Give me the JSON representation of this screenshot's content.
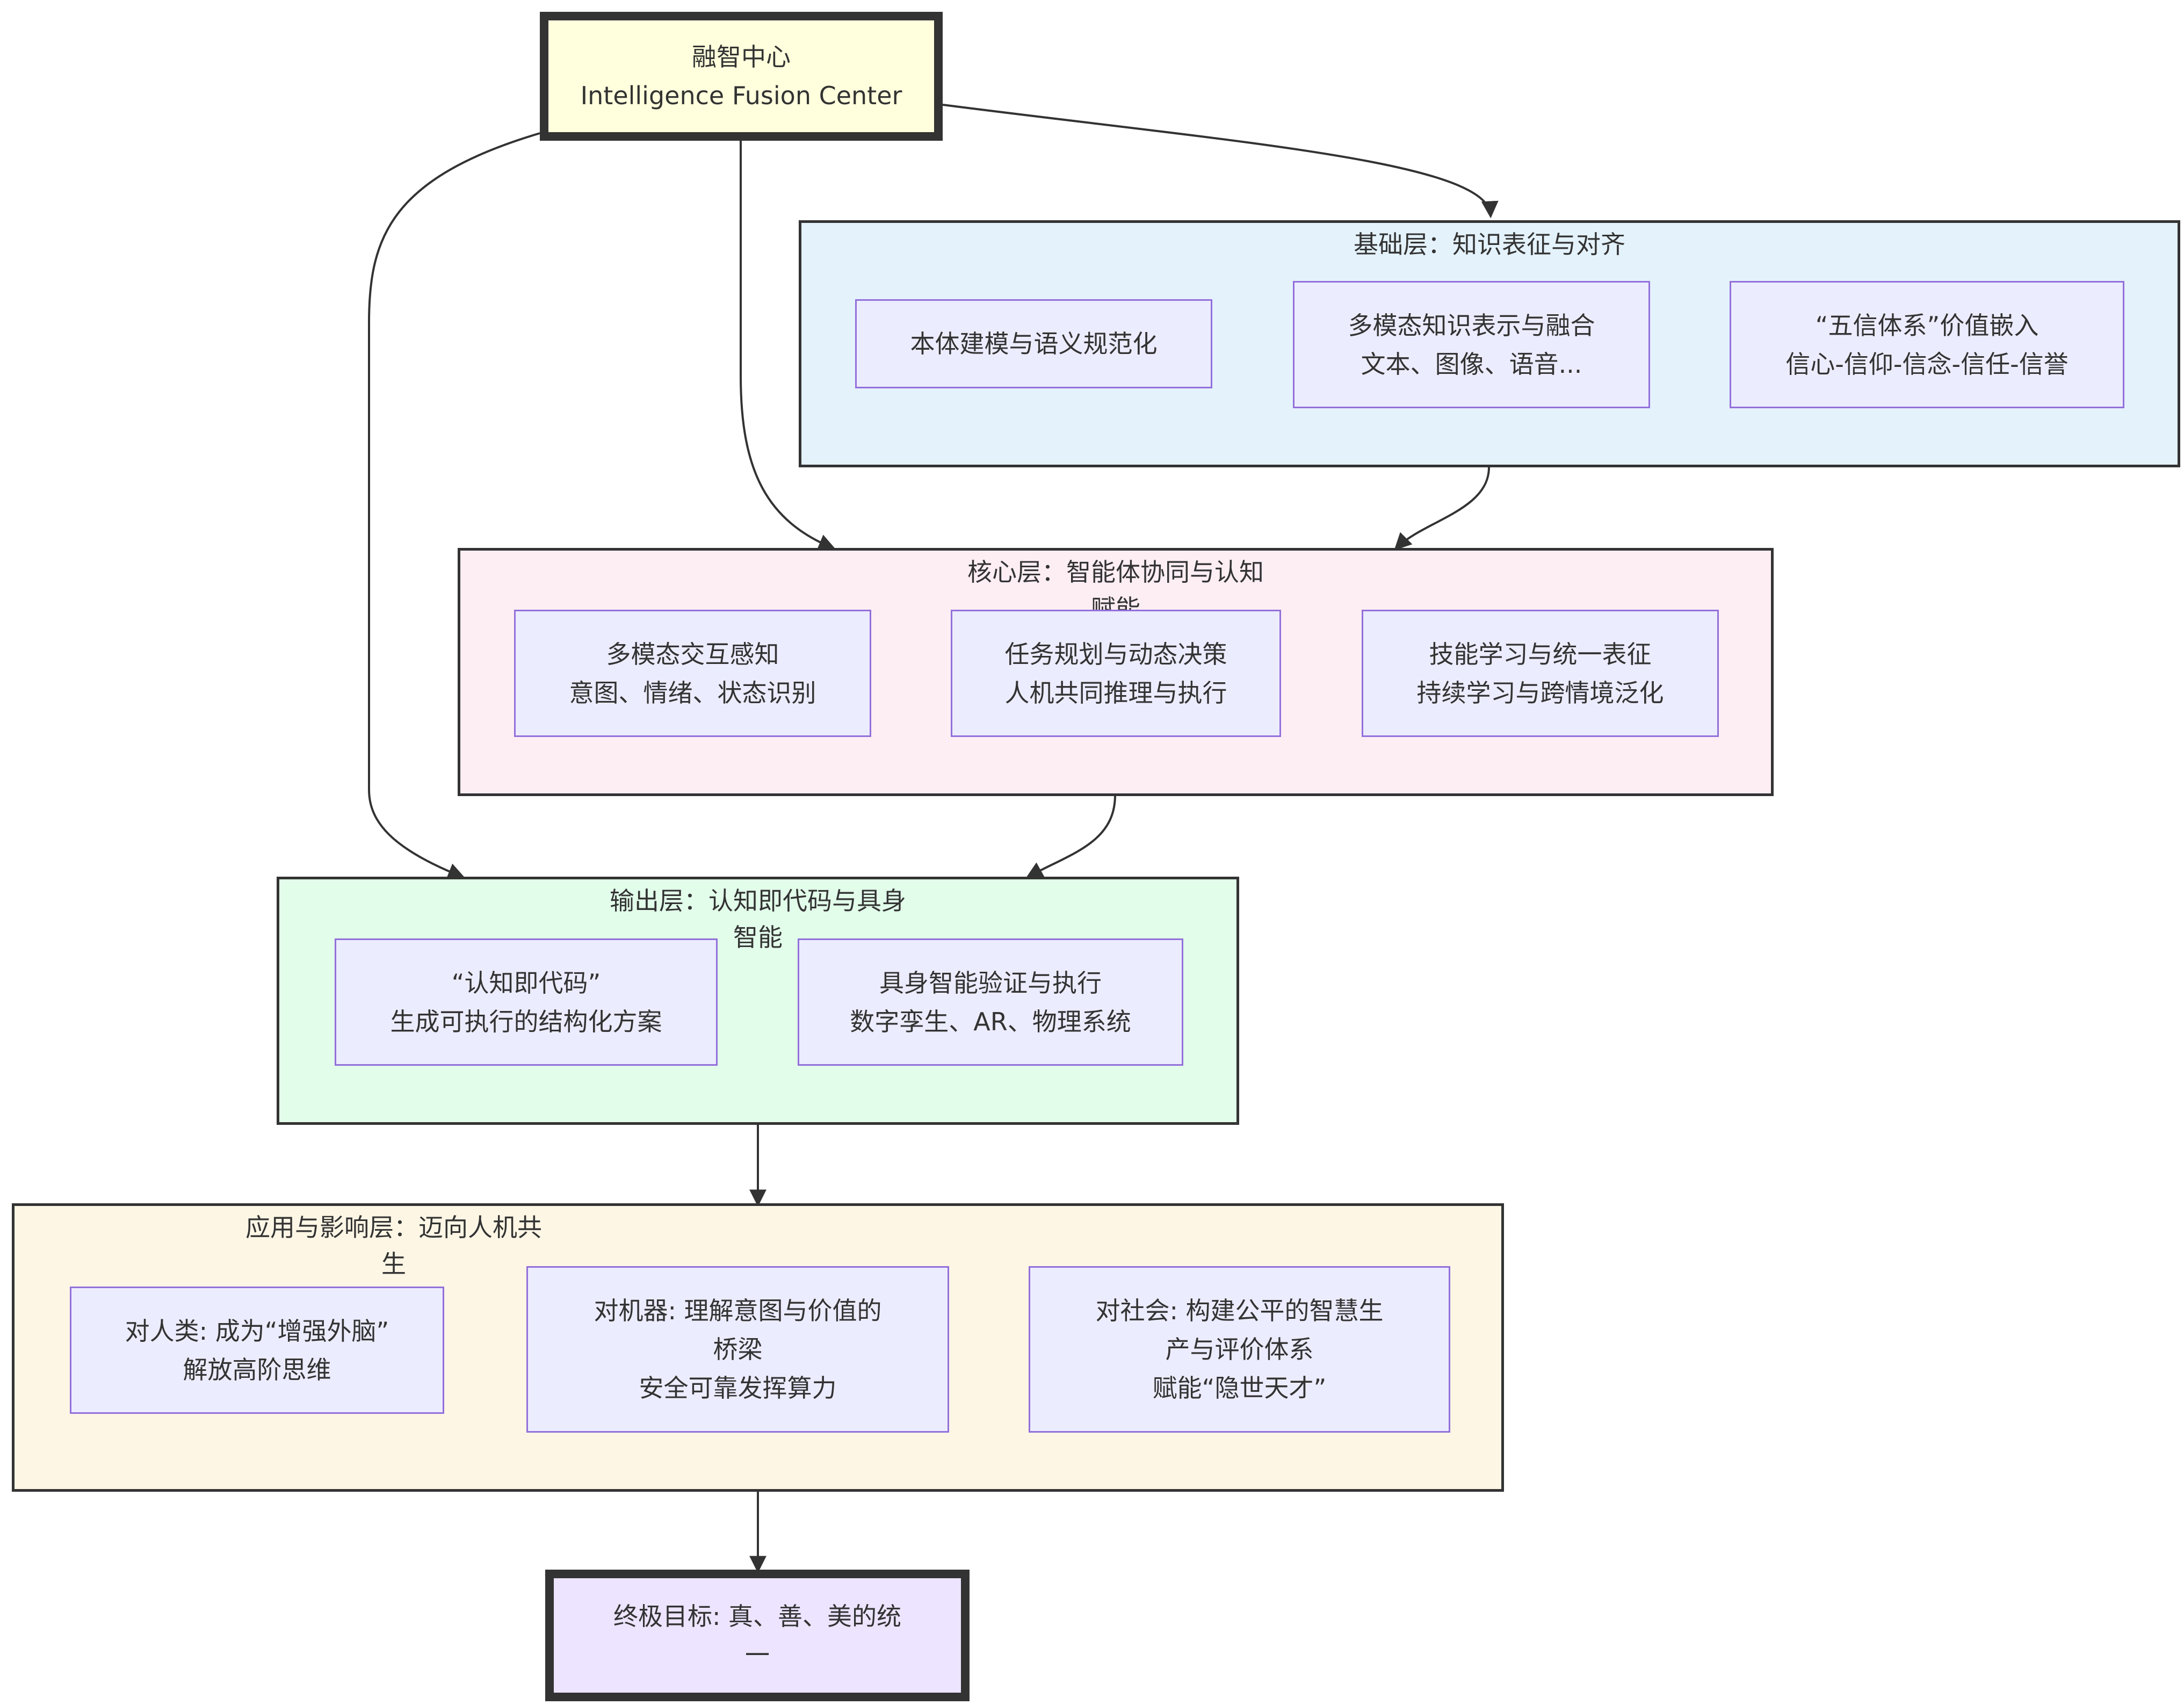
{
  "colors": {
    "hub_top_fill": "#ffffdd",
    "hub_bottom_fill": "#ede4ff",
    "layer_foundation_fill": "#e4f2fc",
    "layer_core_fill": "#fdeef4",
    "layer_output_fill": "#e2fdea",
    "layer_application_fill": "#fdf6e5",
    "node_fill": "#ececff",
    "node_border": "#9370db",
    "edge_color": "#333333"
  },
  "hub_top": {
    "line1": "融智中心",
    "line2": "Intelligence Fusion Center"
  },
  "layers": {
    "foundation": {
      "title": "基础层：知识表征与对齐",
      "nodes": [
        {
          "line1": "本体建模与语义规范化"
        },
        {
          "line1": "多模态知识表示与融合",
          "line2": "文本、图像、语音..."
        },
        {
          "line1": "“五信体系”价值嵌入",
          "line2": "信心-信仰-信念-信任-信誉"
        }
      ]
    },
    "core": {
      "title_line1": "核心层：智能体协同与认知",
      "title_line2": "赋能",
      "nodes": [
        {
          "line1": "多模态交互感知",
          "line2": "意图、情绪、状态识别"
        },
        {
          "line1": "任务规划与动态决策",
          "line2": "人机共同推理与执行"
        },
        {
          "line1": "技能学习与统一表征",
          "line2": "持续学习与跨情境泛化"
        }
      ]
    },
    "output": {
      "title_line1": "输出层：认知即代码与具身",
      "title_line2": "智能",
      "nodes": [
        {
          "line1": "“认知即代码”",
          "line2": "生成可执行的结构化方案"
        },
        {
          "line1": "具身智能验证与执行",
          "line2": "数字孪生、AR、物理系统"
        }
      ]
    },
    "application": {
      "title_line1": "应用与影响层：迈向人机共",
      "title_line2": "生",
      "nodes": [
        {
          "line1": "对人类: 成为“增强外脑”",
          "line2": "解放高阶思维"
        },
        {
          "line1": "对机器: 理解意图与价值的",
          "line2": "桥梁",
          "line3": "安全可靠发挥算力"
        },
        {
          "line1": "对社会: 构建公平的智慧生",
          "line2": "产与评价体系",
          "line3": "赋能“隐世天才”"
        }
      ]
    }
  },
  "hub_bottom": {
    "line1": "终极目标: 真、善、美的统",
    "line2": "一"
  }
}
